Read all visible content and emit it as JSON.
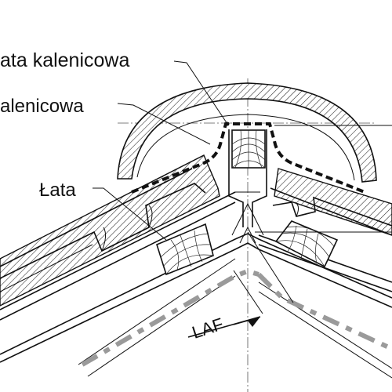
{
  "labels": {
    "ridge_batten": "ata kalenicowa",
    "ridge_membrane": "alenicowa",
    "batten": "Łata",
    "laf": "LAF"
  }
}
